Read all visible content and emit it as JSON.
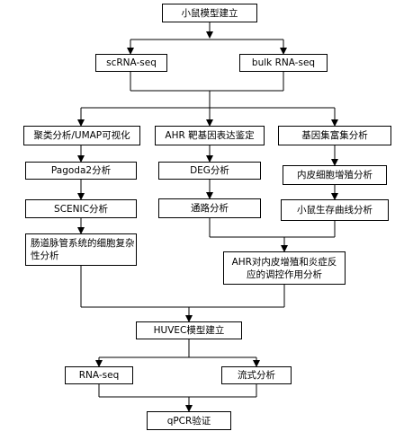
{
  "nodes": {
    "mouse_model": "小鼠模型建立",
    "scrna_seq": "scRNA-seq",
    "bulk_rna_seq": "bulk RNA-seq",
    "clustering": "聚类分析/UMAP可视化",
    "ahr_target": "AHR 靶基因表达鉴定",
    "gene_enrichment": "基因集富集分析",
    "pagoda2": "Pagoda2分析",
    "deg": "DEG分析",
    "endothelial_prolif": "内皮细胞增殖分析",
    "scenic": "SCENIC分析",
    "pathway": "通路分析",
    "survival_curve": "小鼠生存曲线分析",
    "intestinal_vessel": "肠道脉管系统的细胞复杂性分析",
    "ahr_regulation": "AHR对内皮增殖和炎症反应的调控作用分析",
    "huvec_model": "HUVEC模型建立",
    "rna_seq": "RNA-seq",
    "flow_cytometry": "流式分析",
    "qpcr": "qPCR验证"
  }
}
